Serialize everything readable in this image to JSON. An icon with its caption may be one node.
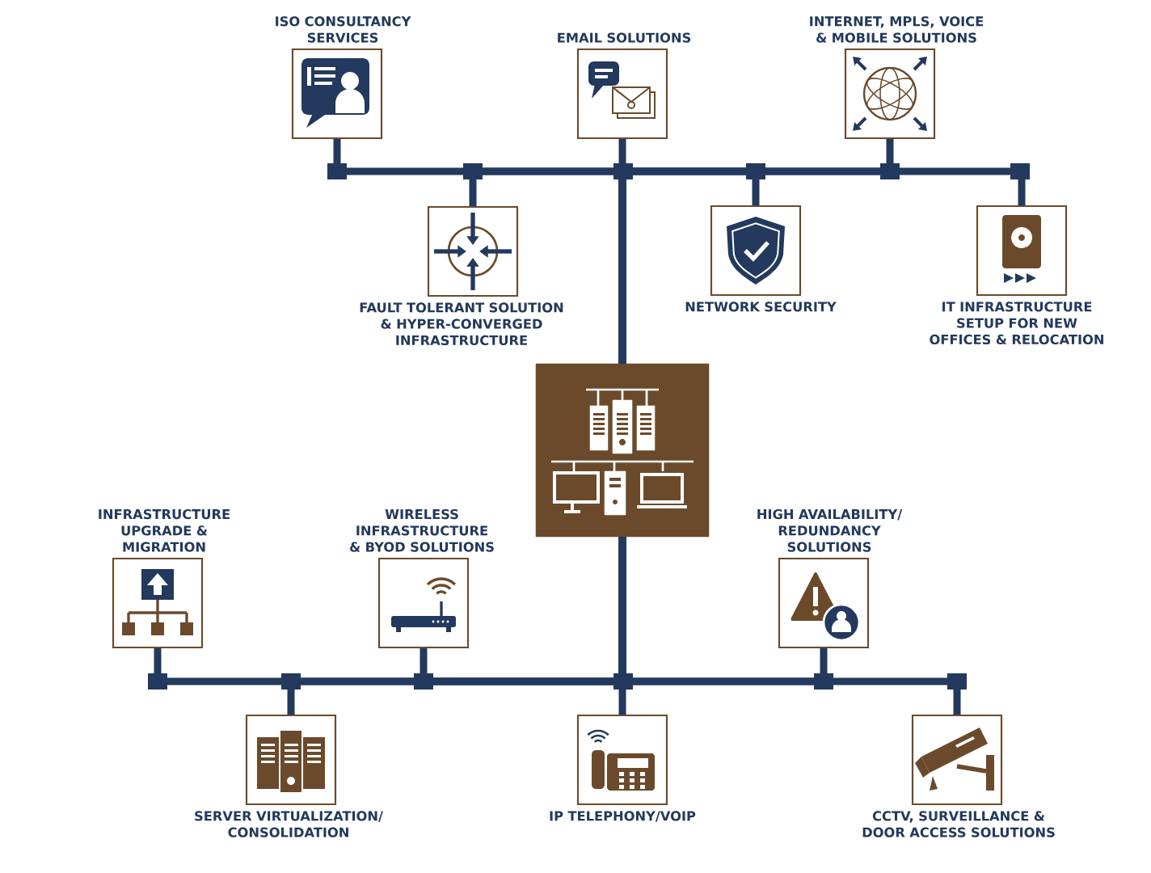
{
  "diagram": {
    "nodes": [
      {
        "text": [
          "ISO CONSULTANCY SERVICES"
        ]
      },
      {
        "text": [
          "EMAIL SOLUTIONS"
        ]
      },
      {
        "text": [
          "INTERNET, MPLS, VOICE & MOBILE SOLUTIONS"
        ]
      },
      {
        "text": [
          "FAULT TOLERANT SOLUTION & HYPER-CONVERGED INFRASTRUCTURE"
        ]
      },
      {
        "text": [
          "NETWORK SECURITY"
        ]
      },
      {
        "text": [
          "IT INFRASTRUCTURE SETUP FOR NEW OFFICES & RELOCATION"
        ]
      },
      {
        "text": [],
        "shape": "box"
      },
      {
        "text": [
          "INFRASTRUCTURE UPGRADE & MIGRATION"
        ]
      },
      {
        "text": [
          "WIRELESS INFRASTRUCTURE & BYOD SOLUTIONS"
        ]
      },
      {
        "text": [
          "HIGH AVAILABILITY/ REDUNDANCY SOLUTIONS"
        ]
      },
      {
        "text": [
          "SERVER VIRTUALIZATION/ CONSOLIDATION"
        ]
      },
      {
        "text": [
          "IP TELEPHONY/VOIP"
        ]
      },
      {
        "text": [
          "CCTV, SURVEILLANCE & DOOR ACCESS SOLUTIONS"
        ]
      }
    ],
    "edges": [
      {
        "from": 6,
        "to": 0,
        "arrow": "none"
      },
      {
        "from": 6,
        "to": 1,
        "arrow": "none"
      },
      {
        "from": 6,
        "to": 2,
        "arrow": "none"
      },
      {
        "from": 6,
        "to": 3,
        "arrow": "none"
      },
      {
        "from": 6,
        "to": 4,
        "arrow": "none"
      },
      {
        "from": 6,
        "to": 5,
        "arrow": "none"
      },
      {
        "from": 6,
        "to": 7,
        "arrow": "none"
      },
      {
        "from": 6,
        "to": 8,
        "arrow": "none"
      },
      {
        "from": 6,
        "to": 9,
        "arrow": "none"
      },
      {
        "from": 6,
        "to": 10,
        "arrow": "none"
      },
      {
        "from": 6,
        "to": 11,
        "arrow": "none"
      },
      {
        "from": 6,
        "to": 12,
        "arrow": "none"
      }
    ]
  }
}
